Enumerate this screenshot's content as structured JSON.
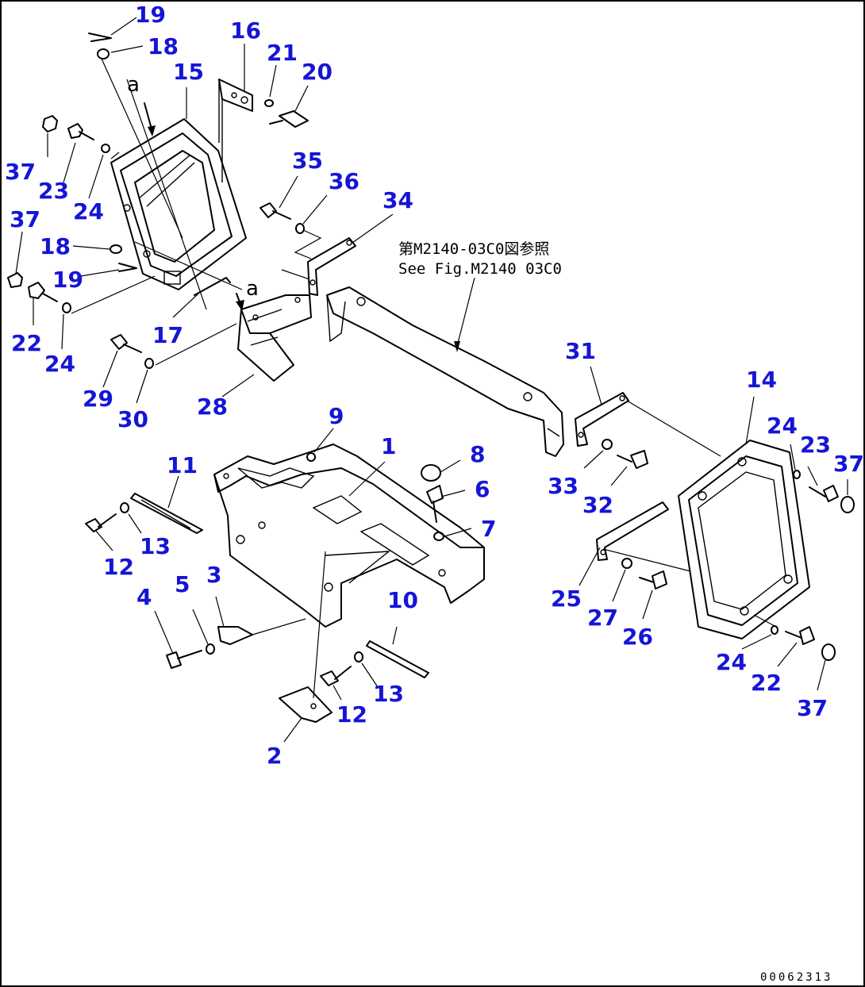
{
  "figure_code": "00062313",
  "reference_note": {
    "japanese": "第M2140-03C0図参照",
    "english": "See Fig.M2140 03C0"
  },
  "detail_marks": [
    "a",
    "a"
  ],
  "labels": {
    "p1": "1",
    "p2": "2",
    "p3": "3",
    "p4": "4",
    "p5": "5",
    "p6": "6",
    "p7": "7",
    "p8": "8",
    "p9": "9",
    "p10": "10",
    "p11": "11",
    "p12a": "12",
    "p12b": "12",
    "p13a": "13",
    "p13b": "13",
    "p14": "14",
    "p15": "15",
    "p16": "16",
    "p17": "17",
    "p18a": "18",
    "p18b": "18",
    "p19a": "19",
    "p19b": "19",
    "p20": "20",
    "p21": "21",
    "p22a": "22",
    "p22b": "22",
    "p23a": "23",
    "p23b": "23",
    "p24a": "24",
    "p24b": "24",
    "p24c": "24",
    "p24d": "24",
    "p25": "25",
    "p26": "26",
    "p27": "27",
    "p28": "28",
    "p29": "29",
    "p30": "30",
    "p31": "31",
    "p32": "32",
    "p33": "33",
    "p34": "34",
    "p35": "35",
    "p36": "36",
    "p37a": "37",
    "p37b": "37",
    "p37c": "37",
    "p37d": "37"
  }
}
